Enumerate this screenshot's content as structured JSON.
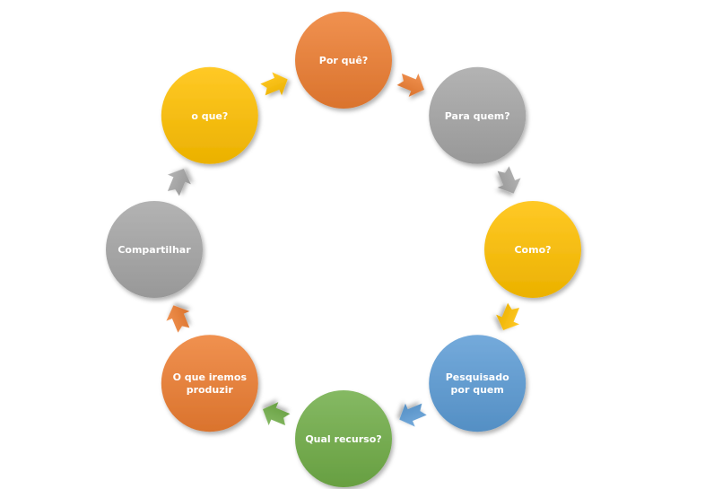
{
  "diagram": {
    "type": "cycle",
    "nodes": [
      {
        "label": [
          "Por quê?"
        ],
        "color": "#ED7D31"
      },
      {
        "label": [
          "Para quem?"
        ],
        "color": "#A5A5A5"
      },
      {
        "label": [
          "Como?"
        ],
        "color": "#FFC000"
      },
      {
        "label": [
          "Pesquisado",
          "por quem"
        ],
        "color": "#5B9BD5"
      },
      {
        "label": [
          "Qual recurso?"
        ],
        "color": "#70AD47"
      },
      {
        "label": [
          "O que iremos",
          "produzir"
        ],
        "color": "#ED7D31"
      },
      {
        "label": [
          "Compartilhar"
        ],
        "color": "#A5A5A5"
      },
      {
        "label": [
          "o que?"
        ],
        "color": "#FFC000"
      }
    ]
  }
}
